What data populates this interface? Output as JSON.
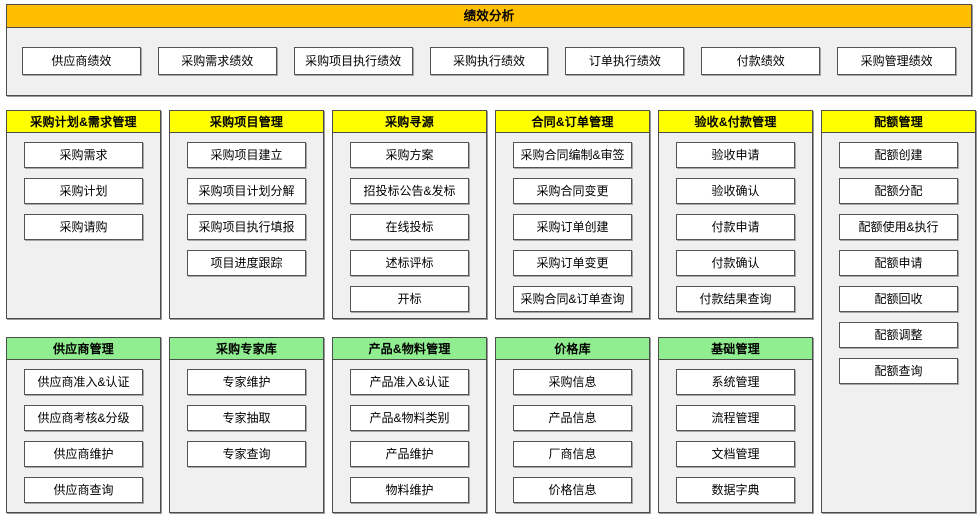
{
  "banner": {
    "title": "绩效分析",
    "header_color": "#ffbf00",
    "buttons": [
      "供应商绩效",
      "采购需求绩效",
      "采购项目执行绩效",
      "采购执行绩效",
      "订单执行绩效",
      "付款绩效",
      "采购管理绩效"
    ]
  },
  "colors": {
    "yellow_header": "#ffff00",
    "green_header": "#90ee90",
    "amber_header": "#ffbf00",
    "panel_body": "#f0f0f0",
    "button_fill": "#ffffff",
    "border": "#4d4d4d"
  },
  "row_top": [
    {
      "title": "采购计划&需求管理",
      "header_color": "#ffff00",
      "items": [
        "采购需求",
        "采购计划",
        "采购请购"
      ]
    },
    {
      "title": "采购项目管理",
      "header_color": "#ffff00",
      "items": [
        "采购项目建立",
        "采购项目计划分解",
        "采购项目执行填报",
        "项目进度跟踪"
      ]
    },
    {
      "title": "采购寻源",
      "header_color": "#ffff00",
      "items": [
        "采购方案",
        "招投标公告&发标",
        "在线投标",
        "述标评标",
        "开标"
      ]
    },
    {
      "title": "合同&订单管理",
      "header_color": "#ffff00",
      "items": [
        "采购合同编制&审签",
        "采购合同变更",
        "采购订单创建",
        "采购订单变更",
        "采购合同&订单查询"
      ]
    },
    {
      "title": "验收&付款管理",
      "header_color": "#ffff00",
      "items": [
        "验收申请",
        "验收确认",
        "付款申请",
        "付款确认",
        "付款结果查询"
      ]
    }
  ],
  "row_bottom": [
    {
      "title": "供应商管理",
      "header_color": "#90ee90",
      "items": [
        "供应商准入&认证",
        "供应商考核&分级",
        "供应商维护",
        "供应商查询"
      ]
    },
    {
      "title": "采购专家库",
      "header_color": "#90ee90",
      "items": [
        "专家维护",
        "专家抽取",
        "专家查询"
      ]
    },
    {
      "title": "产品&物料管理",
      "header_color": "#90ee90",
      "items": [
        "产品准入&认证",
        "产品&物料类别",
        "产品维护",
        "物料维护"
      ]
    },
    {
      "title": "价格库",
      "header_color": "#90ee90",
      "items": [
        "采购信息",
        "产品信息",
        "厂商信息",
        "价格信息"
      ]
    },
    {
      "title": "基础管理",
      "header_color": "#90ee90",
      "items": [
        "系统管理",
        "流程管理",
        "文档管理",
        "数据字典"
      ]
    }
  ],
  "quota": {
    "title": "配额管理",
    "header_color": "#ffff00",
    "items": [
      "配额创建",
      "配额分配",
      "配额使用&执行",
      "配额申请",
      "配额回收",
      "配额调整",
      "配额查询"
    ]
  }
}
